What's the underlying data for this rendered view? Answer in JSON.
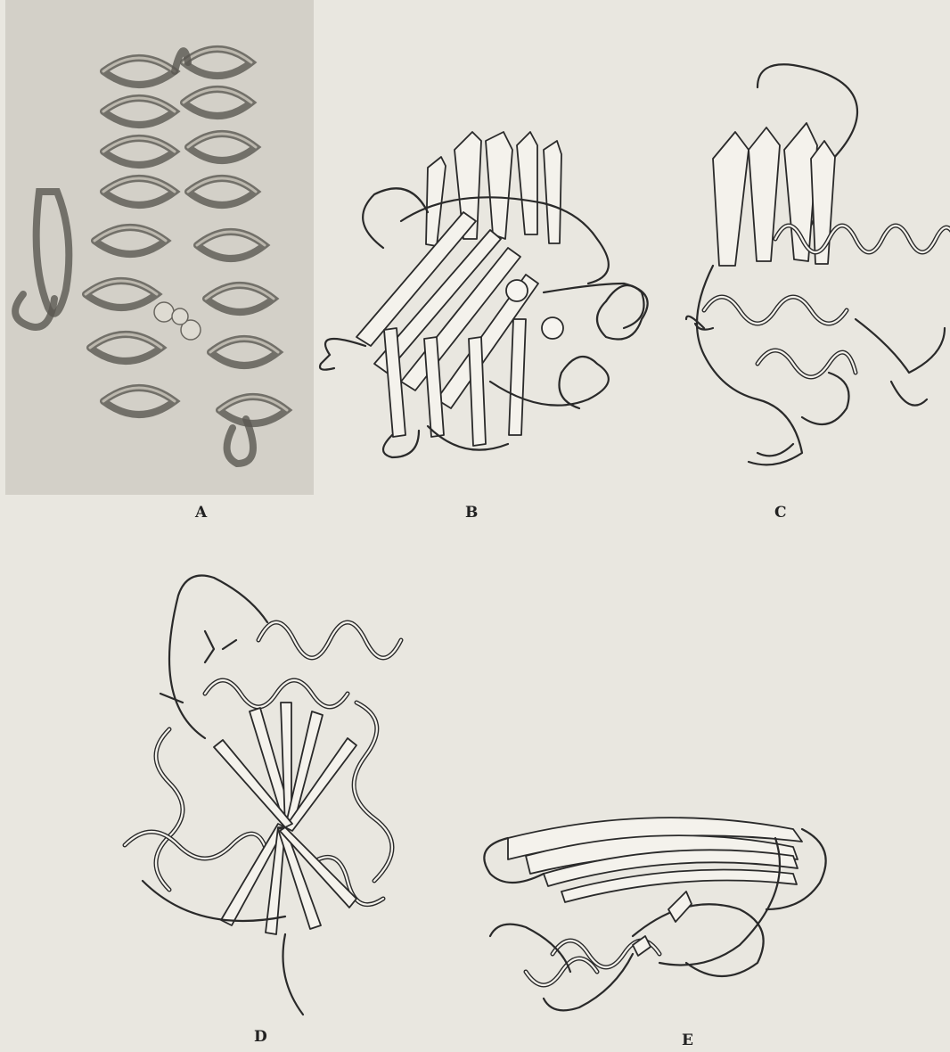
{
  "panels": [
    {
      "id": "A",
      "label": "A"
    },
    {
      "id": "B",
      "label": "B"
    },
    {
      "id": "C",
      "label": "C"
    },
    {
      "id": "D",
      "label": "D"
    },
    {
      "id": "E",
      "label": "E"
    }
  ],
  "colors": {
    "paper": "#e9e7e0",
    "photo_background": "#d6d3cb",
    "ink": "#2a2a2a",
    "ribbon_fill": "#f4f2ec"
  }
}
